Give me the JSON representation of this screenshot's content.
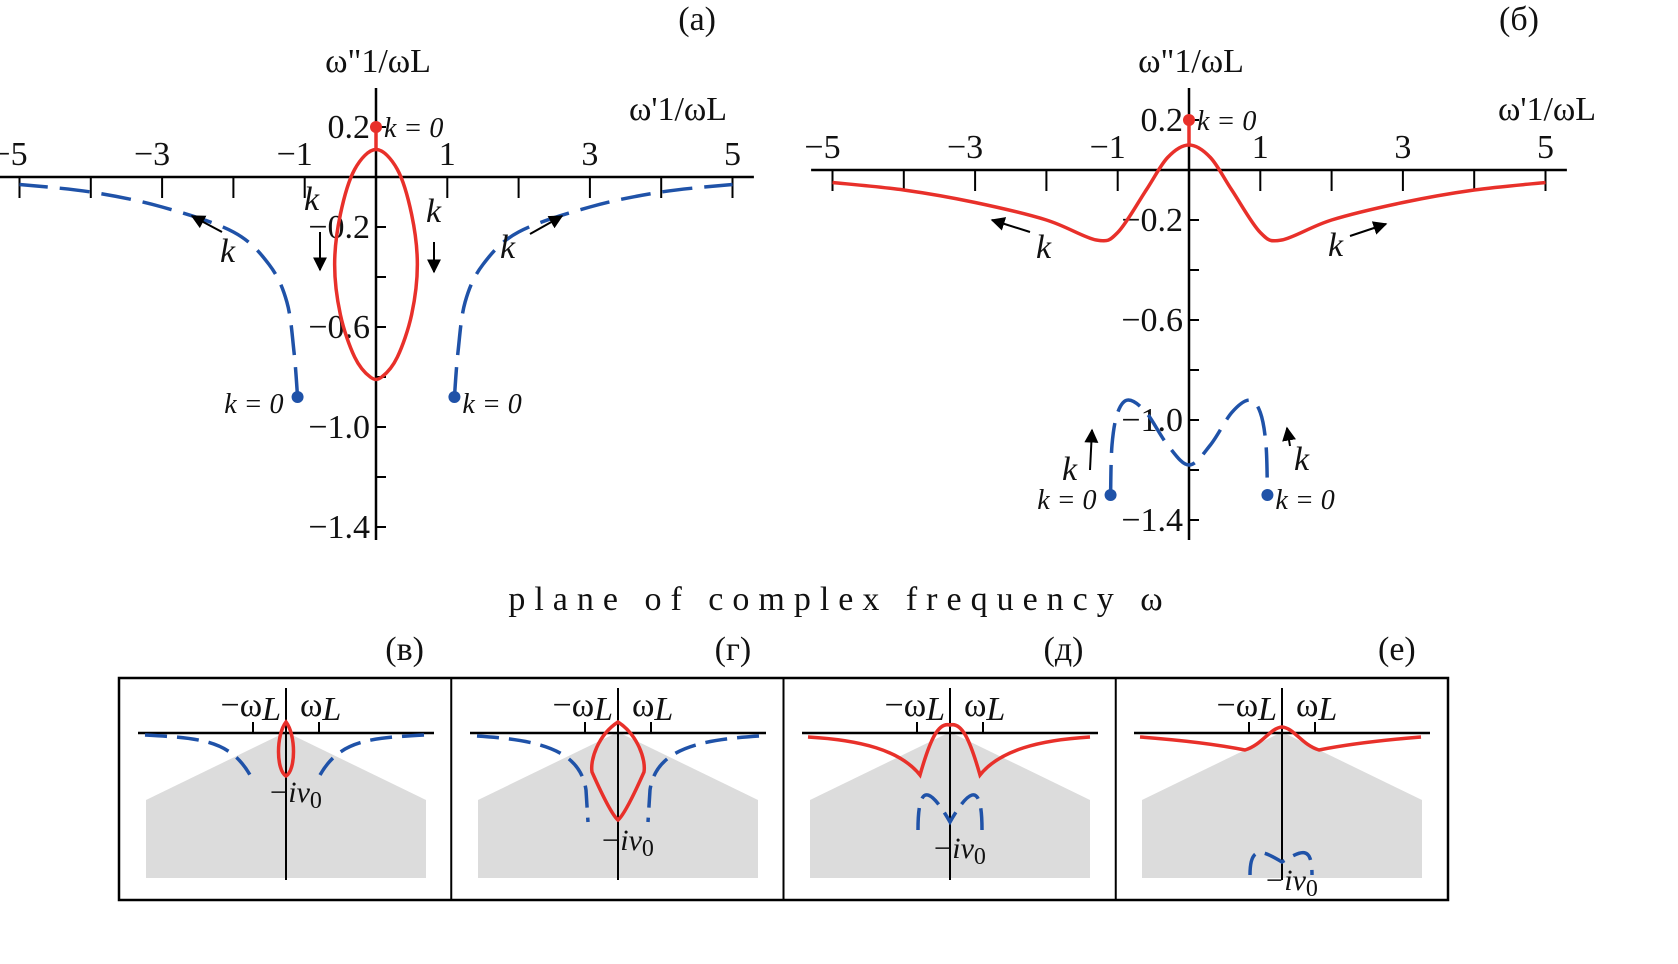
{
  "colors": {
    "red": "#e8302a",
    "blue": "#1f52a8",
    "shade": "#dcdcdc",
    "axis": "#000000"
  },
  "chart_data": [
    {
      "type": "line",
      "panel_label": "(a)",
      "xlabel": "ω'1/ωL",
      "ylabel": "ω\"1/ωL",
      "xlim": [
        -5.2,
        5.3
      ],
      "ylim": [
        -1.45,
        0.35
      ],
      "xticks": [
        "−5",
        "−3",
        "−1",
        "1",
        "3",
        "5"
      ],
      "xtick_values": [
        -5,
        -3,
        -1,
        1,
        3,
        5
      ],
      "yticks": [
        "0.2",
        "−0.2",
        "−0.6",
        "−1.0",
        "−1.4"
      ],
      "ytick_values": [
        0.2,
        -0.2,
        -0.6,
        -1.0,
        -1.4
      ],
      "series": [
        {
          "name": "red-ellipse",
          "color": "red",
          "style": "solid",
          "closed": true,
          "points": [
            [
              0,
              0.11
            ],
            [
              0.3,
              0.03
            ],
            [
              0.5,
              -0.15
            ],
            [
              0.58,
              -0.35
            ],
            [
              0.5,
              -0.55
            ],
            [
              0.3,
              -0.72
            ],
            [
              0.08,
              -0.8
            ],
            [
              -0.08,
              -0.8
            ],
            [
              -0.3,
              -0.72
            ],
            [
              -0.5,
              -0.55
            ],
            [
              -0.58,
              -0.35
            ],
            [
              -0.5,
              -0.15
            ],
            [
              -0.3,
              0.03
            ]
          ]
        },
        {
          "name": "red-stem",
          "color": "red",
          "style": "solid",
          "points": [
            [
              0,
              0.2
            ],
            [
              0,
              0.11
            ]
          ]
        },
        {
          "name": "blue-left",
          "color": "blue",
          "style": "dashed",
          "points": [
            [
              -1.1,
              -0.88
            ],
            [
              -1.15,
              -0.7
            ],
            [
              -1.25,
              -0.5
            ],
            [
              -1.5,
              -0.35
            ],
            [
              -2,
              -0.22
            ],
            [
              -3,
              -0.12
            ],
            [
              -4,
              -0.06
            ],
            [
              -5,
              -0.03
            ]
          ]
        },
        {
          "name": "blue-right",
          "color": "blue",
          "style": "dashed",
          "points": [
            [
              1.1,
              -0.88
            ],
            [
              1.15,
              -0.7
            ],
            [
              1.25,
              -0.5
            ],
            [
              1.5,
              -0.35
            ],
            [
              2,
              -0.22
            ],
            [
              3,
              -0.12
            ],
            [
              4,
              -0.06
            ],
            [
              5,
              -0.03
            ]
          ]
        }
      ],
      "markers": [
        {
          "x": 0,
          "y": 0.2,
          "color": "red",
          "label": "k = 0"
        },
        {
          "x": -1.1,
          "y": -0.88,
          "color": "blue",
          "label": "k = 0"
        },
        {
          "x": 1.1,
          "y": -0.88,
          "color": "blue",
          "label": "k = 0"
        }
      ],
      "annotations": [
        "k",
        "k",
        "k",
        "k"
      ]
    },
    {
      "type": "line",
      "panel_label": "(б)",
      "xlabel": "ω'1/ωL",
      "ylabel": "ω\"1/ωL",
      "xlim": [
        -5.2,
        5.3
      ],
      "ylim": [
        -1.45,
        0.35
      ],
      "xticks": [
        "−5",
        "−3",
        "−1",
        "1",
        "3",
        "5"
      ],
      "xtick_values": [
        -5,
        -3,
        -1,
        1,
        3,
        5
      ],
      "yticks": [
        "0.2",
        "−0.2",
        "−0.6",
        "−1.0",
        "−1.4"
      ],
      "ytick_values": [
        0.2,
        -0.2,
        -0.6,
        -1.0,
        -1.4
      ],
      "series": [
        {
          "name": "red-curve",
          "color": "red",
          "style": "solid",
          "points": [
            [
              -5,
              -0.05
            ],
            [
              -4,
              -0.08
            ],
            [
              -3,
              -0.13
            ],
            [
              -2,
              -0.2
            ],
            [
              -1.3,
              -0.28
            ],
            [
              -1,
              -0.25
            ],
            [
              -0.6,
              -0.08
            ],
            [
              -0.3,
              0.05
            ],
            [
              0,
              0.1
            ],
            [
              0.3,
              0.05
            ],
            [
              0.6,
              -0.08
            ],
            [
              1,
              -0.25
            ],
            [
              1.3,
              -0.28
            ],
            [
              2,
              -0.2
            ],
            [
              3,
              -0.13
            ],
            [
              4,
              -0.08
            ],
            [
              5,
              -0.05
            ]
          ]
        },
        {
          "name": "red-stem",
          "color": "red",
          "style": "solid",
          "points": [
            [
              0,
              0.2
            ],
            [
              0,
              0.1
            ]
          ]
        },
        {
          "name": "blue-curve",
          "color": "blue",
          "style": "dashed",
          "points": [
            [
              -1.1,
              -1.3
            ],
            [
              -1.08,
              -1.1
            ],
            [
              -1.0,
              -0.97
            ],
            [
              -0.85,
              -0.92
            ],
            [
              -0.6,
              -0.97
            ],
            [
              -0.3,
              -1.1
            ],
            [
              0,
              -1.18
            ],
            [
              0.3,
              -1.1
            ],
            [
              0.6,
              -0.97
            ],
            [
              0.85,
              -0.92
            ],
            [
              1.0,
              -0.97
            ],
            [
              1.08,
              -1.1
            ],
            [
              1.1,
              -1.3
            ]
          ]
        }
      ],
      "markers": [
        {
          "x": 0,
          "y": 0.2,
          "color": "red",
          "label": "k = 0"
        },
        {
          "x": -1.1,
          "y": -1.3,
          "color": "blue",
          "label": "k = 0"
        },
        {
          "x": 1.1,
          "y": -1.3,
          "color": "blue",
          "label": "k = 0"
        }
      ],
      "annotations": [
        "k",
        "k",
        "k",
        "k"
      ]
    }
  ],
  "caption": "plane of complex frequency ω",
  "insets": [
    {
      "label": "(в)",
      "neg": "−ω",
      "pos": "ω",
      "sub": "L",
      "nu": "−iν",
      "nu_sub": "0"
    },
    {
      "label": "(г)",
      "neg": "−ω",
      "pos": "ω",
      "sub": "L",
      "nu": "−iν",
      "nu_sub": "0"
    },
    {
      "label": "(д)",
      "neg": "−ω",
      "pos": "ω",
      "sub": "L",
      "nu": "−iν",
      "nu_sub": "0"
    },
    {
      "label": "(е)",
      "neg": "−ω",
      "pos": "ω",
      "sub": "L",
      "nu": "−iν",
      "nu_sub": "0"
    }
  ]
}
